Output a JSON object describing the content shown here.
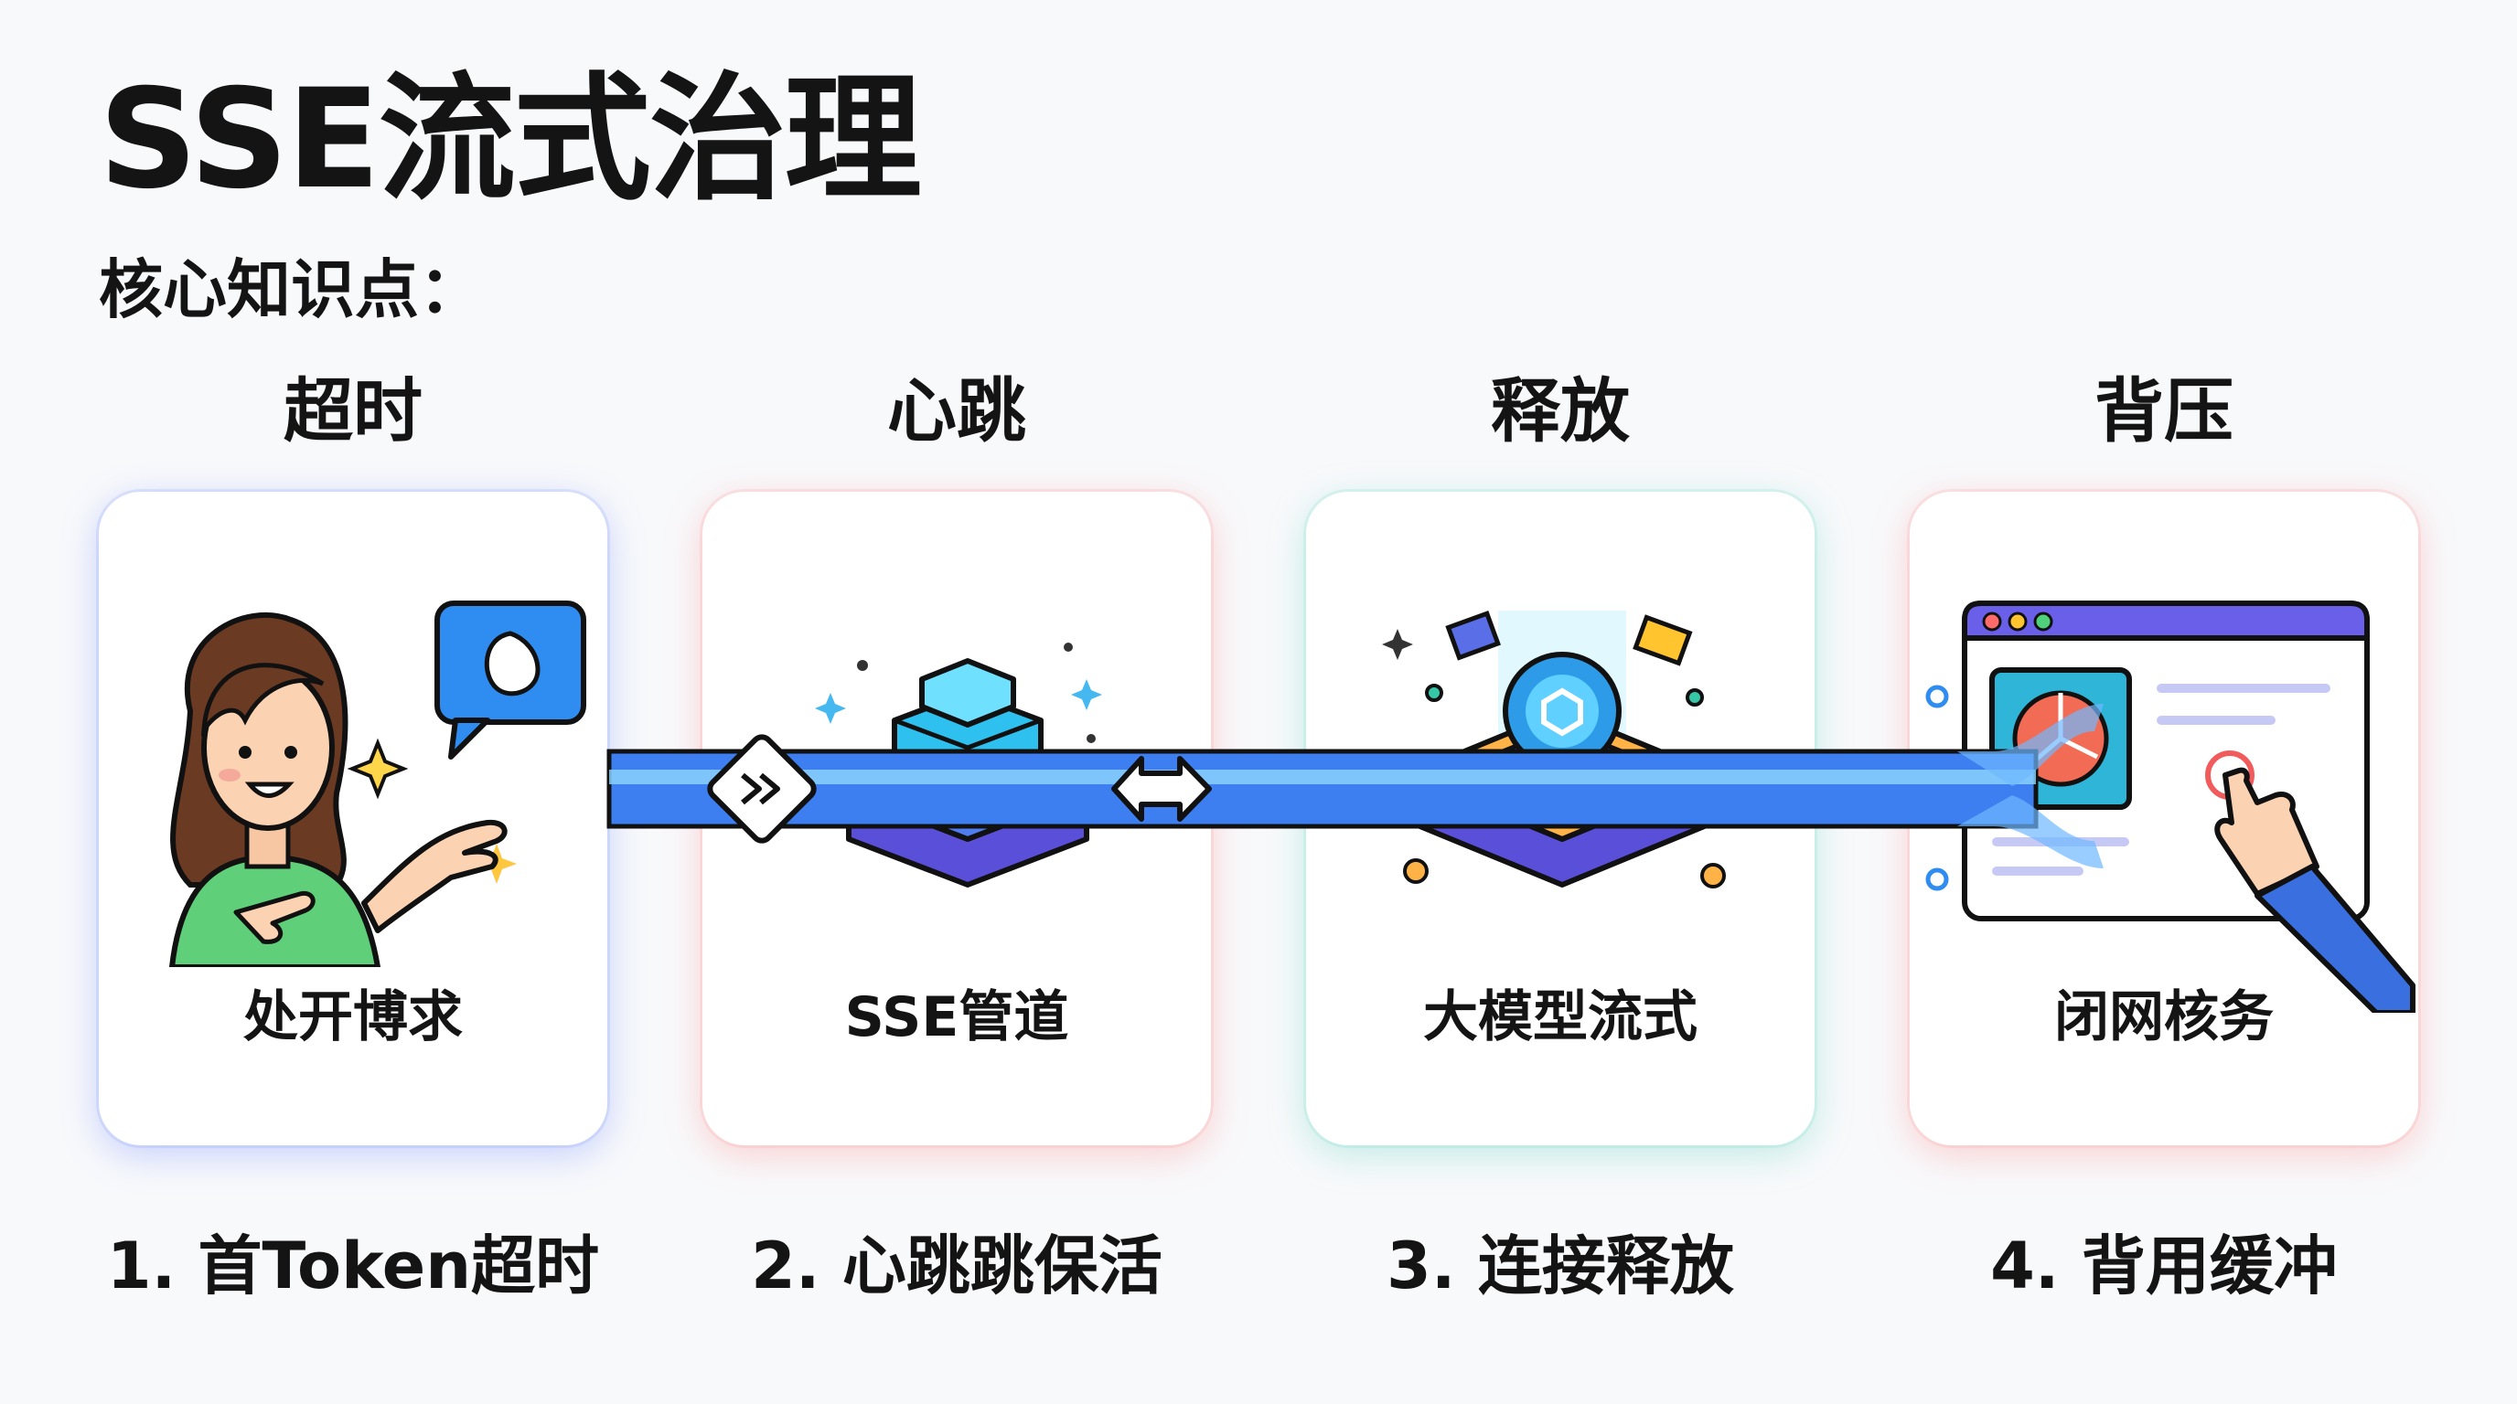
{
  "header": {
    "title": "SSE流式治理",
    "subtitle": "核心知识点："
  },
  "steps": [
    {
      "heading": "超时",
      "card_label": "处开博求",
      "caption": "1. 首Token超时",
      "icon": "user-request-icon"
    },
    {
      "heading": "心跳",
      "card_label": "SSE管道",
      "caption": "2. 心跳跳保活",
      "icon": "sse-pipe-icon"
    },
    {
      "heading": "释放",
      "card_label": "大模型流式",
      "caption": "3. 连接释放",
      "icon": "llm-stream-icon"
    },
    {
      "heading": "背压",
      "card_label": "闭网核务",
      "caption": "4. 背用缓冲",
      "icon": "browser-click-icon"
    }
  ],
  "colors": {
    "pipe": "#3d7ff0",
    "pipe_light": "#8fd7ff",
    "glow_blue": "#7896ff",
    "glow_pink": "#ff9696",
    "glow_teal": "#6edcc8"
  }
}
